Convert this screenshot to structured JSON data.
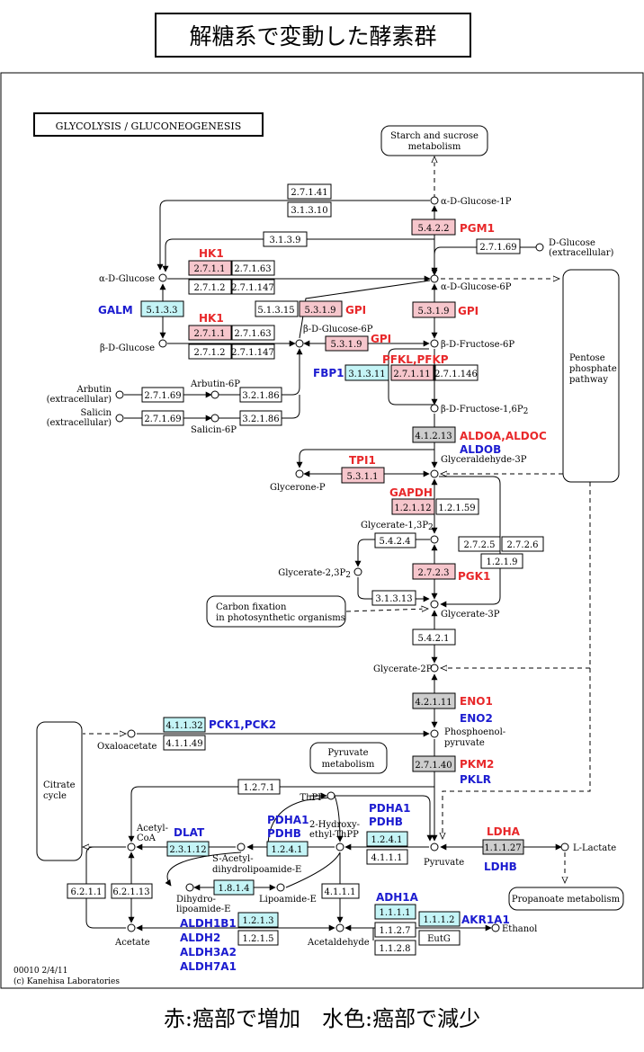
{
  "header": {
    "title": "解糖系で変動した酵素群"
  },
  "footer_legend": {
    "text": "赤:癌部で増加　水色:癌部で減少"
  },
  "colors": {
    "increased": "#f6c6cc",
    "decreased": "#c4f4f6",
    "neutral": "#cdcdcd",
    "gene_red": "#e8282a",
    "gene_blue": "#1c1cd0"
  },
  "map": {
    "title": "GLYCOLYSIS / GLUCONEOGENESIS",
    "footer_line1": "00010 2/4/11",
    "footer_line2": "(c) Kanehisa Laboratories"
  },
  "pathway_boxes": {
    "starch": [
      "Starch and sucrose",
      "metabolism"
    ],
    "pentose": [
      "Pentose",
      "phosphate",
      "pathway"
    ],
    "carbon": [
      "Carbon fixation",
      "in photosynthetic organisms"
    ],
    "citrate": [
      "Citrate",
      "cycle"
    ],
    "pyruvate_met": [
      "Pyruvate",
      "metabolism"
    ],
    "propanoate": [
      "Propanoate metabolism"
    ]
  },
  "compounds": {
    "a_d_glucose_1p": "α-D-Glucose-1P",
    "d_glucose_ext": [
      "D-Glucose",
      "(extracellular)"
    ],
    "a_d_glucose": "α-D-Glucose",
    "a_d_glucose_6p": "α-D-Glucose-6P",
    "b_d_glucose": "β-D-Glucose",
    "b_d_glucose_6p": "β-D-Glucose-6P",
    "b_d_fructose_6p": "β-D-Fructose-6P",
    "arbutin_ext": [
      "Arbutin",
      "(extracellular)"
    ],
    "arbutin_6p": "Arbutin-6P",
    "salicin_ext": [
      "Salicin",
      "(extracellular)"
    ],
    "salicin_6p": "Salicin-6P",
    "b_d_fructose_16p": "β-D-Fructose-1,6P",
    "b_d_fructose_16p_sub": "2",
    "glyceraldehyde_3p": "Glyceraldehyde-3P",
    "glycerone_p": "Glycerone-P",
    "glycerate_13p": "Glycerate-1,3P",
    "glycerate_13p_sub": "2",
    "glycerate_23p": "Glycerate-2,3P",
    "glycerate_23p_sub": "2",
    "glycerate_3p": "Glycerate-3P",
    "glycerate_2p": "Glycerate-2P",
    "oxaloacetate": "Oxaloacetate",
    "pep": [
      "Phosphoenol-",
      "pyruvate"
    ],
    "acetyl_coa": [
      "Acetyl-",
      "CoA"
    ],
    "thpp": "ThPP",
    "hydroxyethyl_thpp": [
      "2-Hydroxy-",
      "ethyl-ThPP"
    ],
    "s_acetyl": [
      "S-Acetyl-",
      "dihydrolipoamide-E"
    ],
    "dihydrolipoamide": [
      "Dihydro-",
      "lipoamide-E"
    ],
    "lipoamide": "Lipoamide-E",
    "pyruvate": "Pyruvate",
    "l_lactate": "L-Lactate",
    "acetate": "Acetate",
    "acetaldehyde": "Acetaldehyde",
    "ethanol": "Ethanol"
  },
  "enzymes": {
    "e_27141": "2.7.1.41",
    "e_31310": "3.1.3.10",
    "e_5422": "5.4.2.2",
    "e_3139": "3.1.3.9",
    "e_27169a": "2.7.1.69",
    "e_2711a": "2.7.1.1",
    "e_27163a": "2.7.1.63",
    "e_2712a": "2.7.1.2",
    "e_271147a": "2.7.1.147",
    "e_5133": "5.1.3.3",
    "e_2711b": "2.7.1.1",
    "e_27163b": "2.7.1.63",
    "e_2712b": "2.7.1.2",
    "e_271147b": "2.7.1.147",
    "e_51315": "5.1.3.15",
    "e_5319a": "5.3.1.9",
    "e_5319b": "5.3.1.9",
    "e_5319c": "5.3.1.9",
    "e_27169b": "2.7.1.69",
    "e_32186a": "3.2.1.86",
    "e_27169c": "2.7.1.69",
    "e_32186b": "3.2.1.86",
    "e_31311": "3.1.3.11",
    "e_27111": "2.7.1.11",
    "e_271146": "2.7.1.146",
    "e_41213": "4.1.2.13",
    "e_5311": "5.3.1.1",
    "e_12112": "1.2.1.12",
    "e_12159": "1.2.1.59",
    "e_5424": "5.4.2.4",
    "e_2725": "2.7.2.5",
    "e_2726": "2.7.2.6",
    "e_1219": "1.2.1.9",
    "e_2723": "2.7.2.3",
    "e_31313": "3.1.3.13",
    "e_5421": "5.4.2.1",
    "e_42111": "4.2.1.11",
    "e_41132": "4.1.1.32",
    "e_41149": "4.1.1.49",
    "e_27140": "2.7.1.40",
    "e_1271": "1.2.7.1",
    "e_1241a": "1.2.4.1",
    "e_1241b": "1.2.4.1",
    "e_23112": "2.3.1.12",
    "e_4111a": "4.1.1.1",
    "e_1814": "1.8.1.4",
    "e_4111b": "4.1.1.1",
    "e_11127": "1.1.1.27",
    "e_6211": "6.2.1.1",
    "e_62113": "6.2.1.13",
    "e_1213": "1.2.1.3",
    "e_1215": "1.2.1.5",
    "e_1111": "1.1.1.1",
    "e_1112": "1.1.1.2",
    "e_1127": "1.1.2.7",
    "e_1128": "1.1.2.8",
    "e_eutg": "EutG"
  },
  "genes": {
    "hk1a": "HK1",
    "hk1b": "HK1",
    "pgm1": "PGM1",
    "galm": "GALM",
    "gpi1": "GPI",
    "gpi2": "GPI",
    "gpi3": "GPI",
    "pfk": "PFKL,PFKP",
    "fbp1": "FBP1",
    "aldo_red": "ALDOA,ALDOC",
    "aldob": "ALDOB",
    "tpi1": "TPI1",
    "gapdh": "GAPDH",
    "pgk1": "PGK1",
    "eno1": "ENO1",
    "eno2": "ENO2",
    "pck": "PCK1,PCK2",
    "pkm2": "PKM2",
    "pklr": "PKLR",
    "pdha1a": "PDHA1",
    "pdhba": "PDHB",
    "pdha1b": "PDHA1",
    "pdhbb": "PDHB",
    "dlat": "DLAT",
    "ldha": "LDHA",
    "ldhb": "LDHB",
    "adh1a": "ADH1A",
    "akr1a1": "AKR1A1",
    "aldh1b1": "ALDH1B1",
    "aldh2": "ALDH2",
    "aldh3a2": "ALDH3A2",
    "aldh7a1": "ALDH7A1"
  }
}
